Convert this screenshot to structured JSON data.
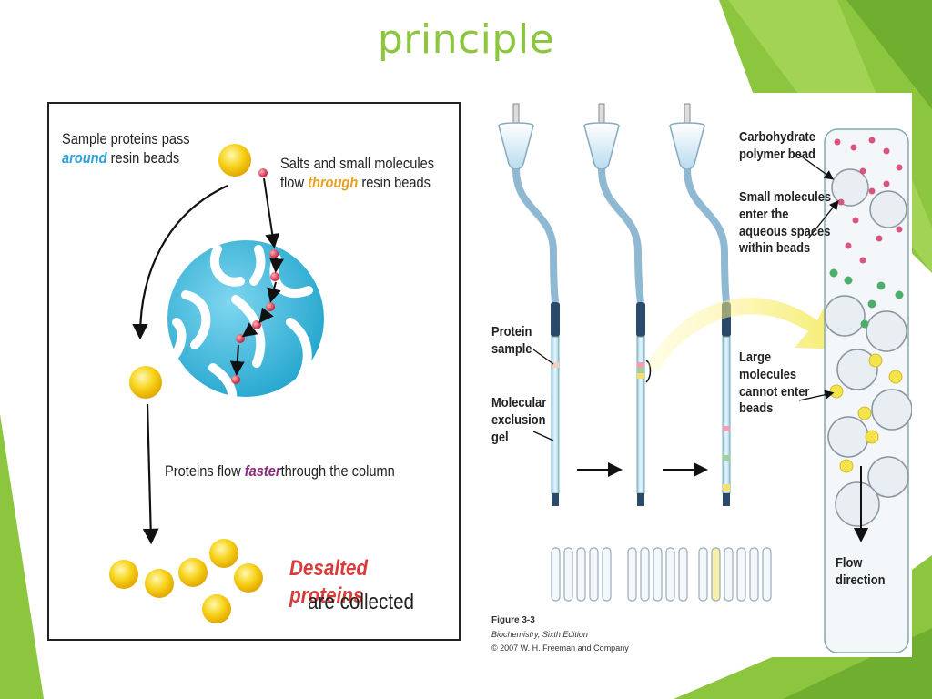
{
  "slide": {
    "title": "principle",
    "accent_color": "#8cc63f"
  },
  "left_panel": {
    "sample_line1": "Sample proteins pass",
    "sample_em": "around",
    "sample_line2_rest": "resin beads",
    "salts_line1": "Salts and small molecules",
    "salts_pre": "flow",
    "salts_em": "through",
    "salts_post": "resin beads",
    "proteins_pre": "Proteins flow",
    "proteins_em": "faster",
    "proteins_post": "through the column",
    "desalted_title": "Desalted proteins",
    "desalted_sub": "are collected"
  },
  "right_panel": {
    "protein_sample": [
      "Protein",
      "sample"
    ],
    "molecular_exclusion": [
      "Molecular",
      "exclusion",
      "gel"
    ],
    "carbohydrate": [
      "Carbohydrate",
      "polymer bead"
    ],
    "small_molecules": [
      "Small molecules",
      "enter the",
      "aqueous spaces",
      "within beads"
    ],
    "large_molecules": [
      "Large",
      "molecules",
      "cannot enter",
      "beads"
    ],
    "flow_direction": "Flow direction",
    "figure_number": "Figure 3-3",
    "figure_book": "Biochemistry, Sixth Edition",
    "figure_copyright": "© 2007 W. H. Freeman and Company"
  }
}
